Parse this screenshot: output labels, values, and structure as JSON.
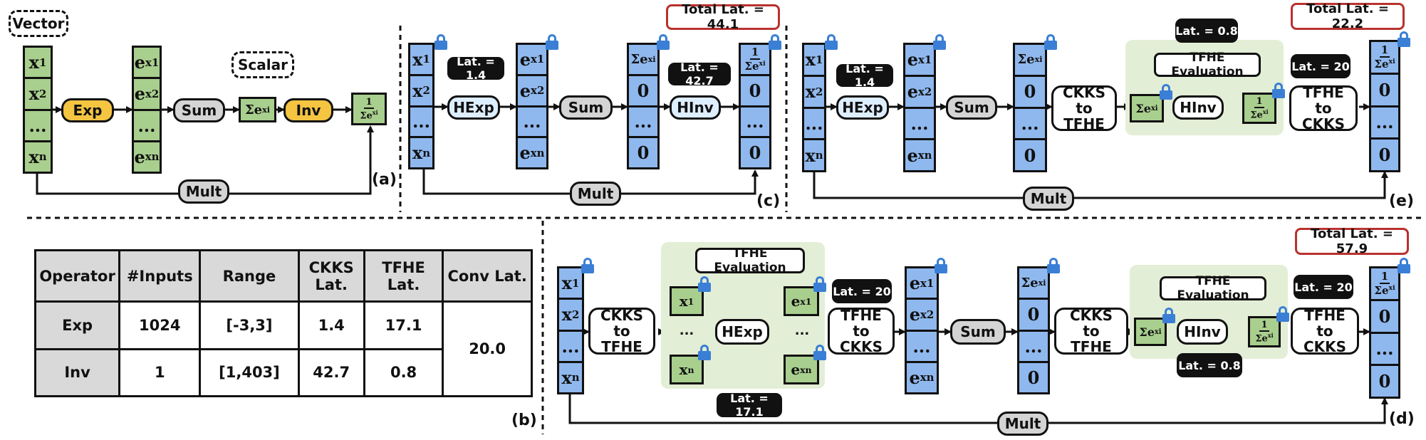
{
  "panels": {
    "a": "(a)",
    "b": "(b)",
    "c": "(c)",
    "d": "(d)",
    "e": "(e)"
  },
  "legend": {
    "vector": "Vector",
    "scalar": "Scalar"
  },
  "ops": {
    "exp": "Exp",
    "sum": "Sum",
    "inv": "Inv",
    "mult": "Mult",
    "hexp": "HExp",
    "hinv": "HInv",
    "ckks_to_tfhe": "CKKS to TFHE",
    "tfhe_to_ckks": "TFHE to CKKS",
    "tfhe_eval": "TFHE Evaluation"
  },
  "symbols": {
    "x1": "x",
    "x1_sub": "1",
    "x2": "x",
    "x2_sub": "2",
    "xn": "x",
    "xn_sub": "n",
    "ellipsis": "...",
    "e": "e",
    "ex1_sup": "x1",
    "ex2_sup": "x2",
    "exn_sup": "xn",
    "sum_e": "Σe",
    "sum_sup": "xi",
    "one": "1",
    "zero": "0",
    "dots": "..."
  },
  "latencies": {
    "c_hexp": "Lat. = 1.4",
    "c_hinv": "Lat. = 42.7",
    "c_total": "Total Lat. = 44.1",
    "e_hexp": "Lat. = 1.4",
    "e_hinv": "Lat. = 0.8",
    "e_conv": "Lat. = 20",
    "e_total": "Total Lat. = 22.2",
    "d_conv1": "Lat. = 20",
    "d_hexp": "Lat. = 17.1",
    "d_conv2": "Lat. = 20",
    "d_hinv": "Lat. = 0.8",
    "d_total": "Total Lat. = 57.9"
  },
  "table": {
    "headers": [
      "Operator",
      "#Inputs",
      "Range",
      "CKKS Lat.",
      "TFHE Lat.",
      "Conv Lat."
    ],
    "rows": [
      {
        "operator": "Exp",
        "inputs": "1024",
        "range": "[-3,3]",
        "ckks": "1.4",
        "tfhe": "17.1"
      },
      {
        "operator": "Inv",
        "inputs": "1",
        "range": "[1,403]",
        "ckks": "42.7",
        "tfhe": "0.8"
      }
    ],
    "conv": "20.0"
  },
  "colors": {
    "plaintext": "#a9cf8e",
    "ciphertext": "#8fb8ee",
    "lock": "#3a7fd5",
    "tfhe_region": "#e3eed6",
    "total_border": "#b8322e",
    "exp_inv": "#f5c542"
  }
}
